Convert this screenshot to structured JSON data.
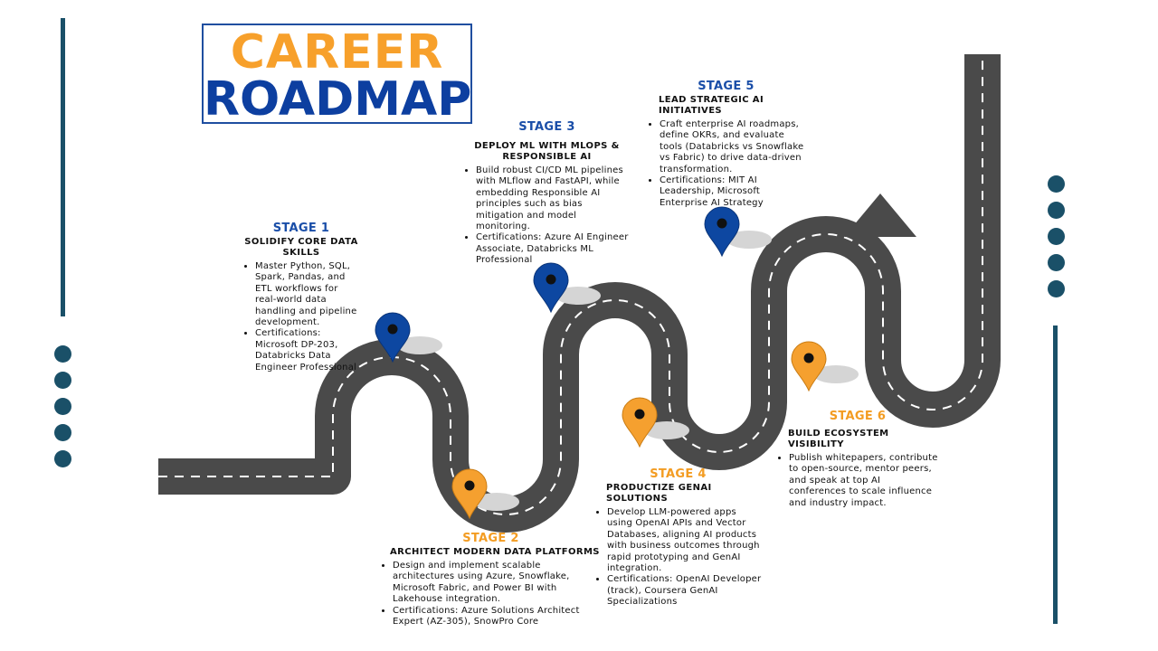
{
  "title": {
    "line1": "CAREER",
    "line2": "ROADMAP"
  },
  "colors": {
    "accent_orange": "#f7a02b",
    "accent_blue": "#0d3fa0",
    "decor_teal": "#1a5068",
    "road": "#4a4a4a"
  },
  "stages": [
    {
      "label": "STAGE 1",
      "heading": "SOLIDIFY CORE DATA SKILLS",
      "pin": "blue",
      "bullets": [
        "Master Python, SQL, Spark, Pandas, and ETL workflows for real-world data handling and pipeline development.",
        " Certifications: Microsoft DP-203, Databricks Data Engineer Professional"
      ]
    },
    {
      "label": "STAGE 2",
      "heading": "ARCHITECT MODERN DATA PLATFORMS",
      "pin": "orange",
      "bullets": [
        " Design and implement scalable architectures using Azure, Snowflake, Microsoft Fabric, and Power BI with Lakehouse integration.",
        " Certifications: Azure Solutions Architect Expert (AZ-305), SnowPro Core"
      ]
    },
    {
      "label": "STAGE 3",
      "heading": "DEPLOY ML WITH MLOPS & RESPONSIBLE AI",
      "pin": "blue",
      "bullets": [
        " Build robust CI/CD ML pipelines with MLflow and FastAPI, while embedding Responsible AI principles such as bias mitigation and model monitoring.",
        " Certifications: Azure AI Engineer Associate, Databricks ML Professional"
      ]
    },
    {
      "label": "STAGE 4",
      "heading": "PRODUCTIZE GENAI SOLUTIONS",
      "pin": "orange",
      "bullets": [
        " Develop LLM-powered apps using OpenAI APIs and Vector Databases, aligning AI products with business outcomes through rapid prototyping and GenAI integration.",
        " Certifications: OpenAI Developer (track), Coursera GenAI Specializations"
      ]
    },
    {
      "label": "STAGE 5",
      "heading": "LEAD STRATEGIC AI INITIATIVES",
      "pin": "blue",
      "bullets": [
        " Craft enterprise AI roadmaps, define OKRs, and evaluate tools (Databricks vs Snowflake vs Fabric) to drive data-driven transformation.",
        " Certifications: MIT AI Leadership, Microsoft Enterprise AI Strategy"
      ]
    },
    {
      "label": "STAGE 6",
      "heading": "BUILD ECOSYSTEM VISIBILITY",
      "pin": "orange",
      "bullets": [
        " Publish whitepapers, contribute to open-source, mentor peers, and speak at top AI conferences to scale influence and industry impact."
      ]
    }
  ]
}
